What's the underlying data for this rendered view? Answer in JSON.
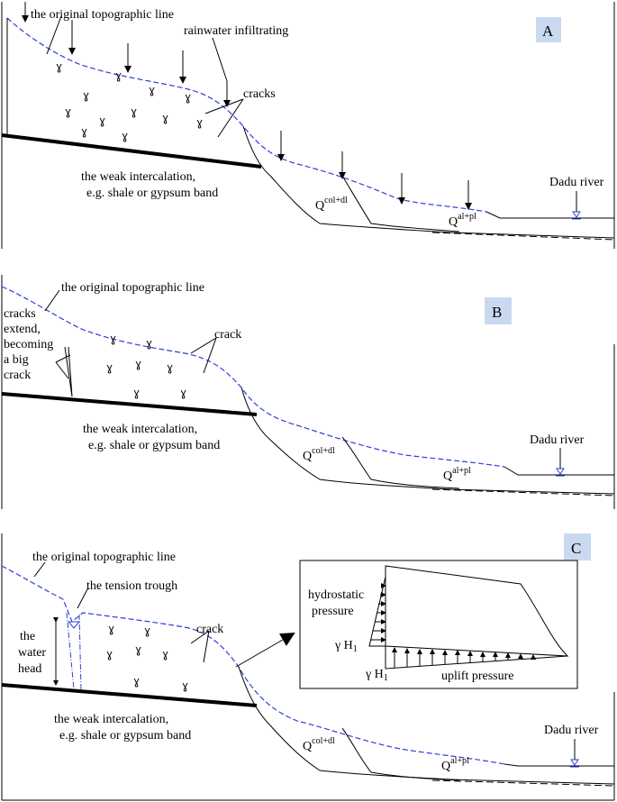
{
  "panel_a": {
    "tag": "A",
    "topo_line_label": "the original topographic line",
    "rain_label": "rainwater infiltrating",
    "cracks_label": "cracks",
    "weak_label_1": "the weak intercalation,",
    "weak_label_2": "e.g. shale or gypsum band",
    "colluvial_base": "Q",
    "colluvial_sup": "col+dl",
    "alluvial_base": "Q",
    "alluvial_sup": "al+pl",
    "river_label": "Dadu river"
  },
  "panel_b": {
    "tag": "B",
    "topo_line_label": "the original topographic line",
    "cracks_extend_1": "cracks",
    "cracks_extend_2": "extend,",
    "cracks_extend_3": "becoming",
    "cracks_extend_4": "a big",
    "cracks_extend_5": "crack",
    "crack_label": "crack",
    "weak_label_1": "the weak intercalation,",
    "weak_label_2": "e.g. shale or gypsum band",
    "colluvial_base": "Q",
    "colluvial_sup": "col+dl",
    "alluvial_base": "Q",
    "alluvial_sup": "al+pl",
    "river_label": "Dadu river"
  },
  "panel_c": {
    "tag": "C",
    "topo_line_label": "the original topographic line",
    "trough_label": "the tension trough",
    "head_1": "the",
    "head_2": "water",
    "head_3": "head",
    "crack_label": "crack",
    "weak_label_1": "the weak intercalation,",
    "weak_label_2": "e.g. shale or gypsum band",
    "colluvial_base": "Q",
    "colluvial_sup": "col+dl",
    "alluvial_base": "Q",
    "alluvial_sup": "al+pl",
    "river_label": "Dadu river",
    "inset": {
      "hydro_1": "hydrostatic",
      "hydro_2": "pressure",
      "gamma_h_upper": "γ H",
      "gamma_h_lower": "γ H",
      "subscript": "1",
      "uplift_label": "uplift pressure"
    }
  },
  "colors": {
    "topographic_line": "#2f3fd6",
    "panel_tag_bg": "#c9daf0"
  }
}
